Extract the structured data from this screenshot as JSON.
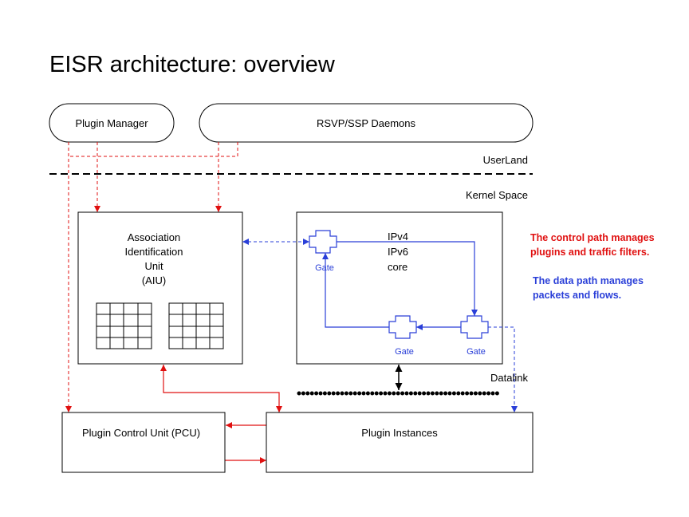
{
  "title": "EISR architecture: overview",
  "userland": {
    "plugin_manager": "Plugin Manager",
    "daemons": "RSVP/SSP Daemons",
    "label": "UserLand"
  },
  "kernel": {
    "label": "Kernel Space",
    "aiu": {
      "lines": [
        "Association",
        "Identification",
        "Unit",
        "(AIU)"
      ]
    },
    "core": {
      "lines": [
        "IPv4",
        "IPv6",
        "core"
      ],
      "gates": [
        "Gate",
        "Gate",
        "Gate"
      ]
    },
    "datalink": "Datalink"
  },
  "pcu": "Plugin Control Unit (PCU)",
  "plugin_instances": "Plugin Instances",
  "notes": {
    "control_path": [
      "The control path manages",
      "plugins and traffic filters."
    ],
    "data_path": [
      "The data path manages",
      "packets and flows."
    ]
  },
  "colors": {
    "control_path": "#e01010",
    "data_path": "#2a3fd8",
    "ink": "#000000"
  }
}
